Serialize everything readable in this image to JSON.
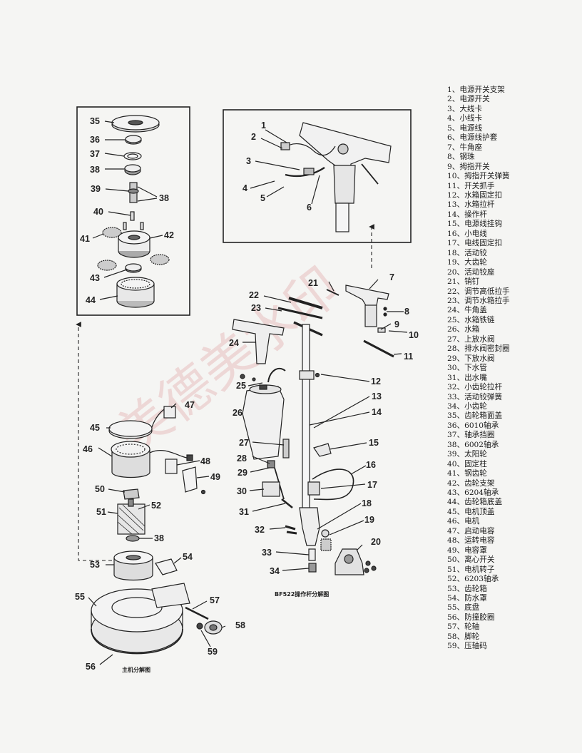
{
  "captions": {
    "handle": "BF522操作杆分解图",
    "main": "主机分解图"
  },
  "watermark": "美德美水印",
  "parts": [
    {
      "n": "1",
      "name": "电源开关支架"
    },
    {
      "n": "2",
      "name": "电源开关"
    },
    {
      "n": "3",
      "name": "大线卡"
    },
    {
      "n": "4",
      "name": "小线卡"
    },
    {
      "n": "5",
      "name": "电源线"
    },
    {
      "n": "6",
      "name": "电源线护套"
    },
    {
      "n": "7",
      "name": "牛角座"
    },
    {
      "n": "8",
      "name": "钢珠"
    },
    {
      "n": "9",
      "name": "拇指开关"
    },
    {
      "n": "10",
      "name": "拇指开关弹簧"
    },
    {
      "n": "11",
      "name": "开关抓手"
    },
    {
      "n": "12",
      "name": "水箱固定扣"
    },
    {
      "n": "13",
      "name": "水箱拉杆"
    },
    {
      "n": "14",
      "name": "操作杆"
    },
    {
      "n": "15",
      "name": "电源线挂钩"
    },
    {
      "n": "16",
      "name": "小电线"
    },
    {
      "n": "17",
      "name": "电线固定扣"
    },
    {
      "n": "18",
      "name": "活动铰"
    },
    {
      "n": "19",
      "name": "大齿轮"
    },
    {
      "n": "20",
      "name": "活动铰座"
    },
    {
      "n": "21",
      "name": "销钉"
    },
    {
      "n": "22",
      "name": "调节高低拉手"
    },
    {
      "n": "23",
      "name": "调节水箱拉手"
    },
    {
      "n": "24",
      "name": "牛角盖"
    },
    {
      "n": "25",
      "name": "水箱铁链"
    },
    {
      "n": "26",
      "name": "水箱"
    },
    {
      "n": "27",
      "name": "上放水阀"
    },
    {
      "n": "28",
      "name": "排水阀密封圈"
    },
    {
      "n": "29",
      "name": "下放水阀"
    },
    {
      "n": "30",
      "name": "下水管"
    },
    {
      "n": "31",
      "name": "出水嘴"
    },
    {
      "n": "32",
      "name": "小齿轮拉杆"
    },
    {
      "n": "33",
      "name": "活动铰弹簧"
    },
    {
      "n": "34",
      "name": "小齿轮"
    },
    {
      "n": "35",
      "name": "齿轮箱面盖"
    },
    {
      "n": "36",
      "name": "6010轴承"
    },
    {
      "n": "37",
      "name": "轴承挡圈"
    },
    {
      "n": "38",
      "name": "6002轴承"
    },
    {
      "n": "39",
      "name": "太阳轮"
    },
    {
      "n": "40",
      "name": "固定柱"
    },
    {
      "n": "41",
      "name": "钢齿轮"
    },
    {
      "n": "42",
      "name": "齿轮支架"
    },
    {
      "n": "43",
      "name": "6204轴承"
    },
    {
      "n": "44",
      "name": "齿轮箱底盖"
    },
    {
      "n": "45",
      "name": "电机顶盖"
    },
    {
      "n": "46",
      "name": "电机"
    },
    {
      "n": "47",
      "name": "启动电容"
    },
    {
      "n": "48",
      "name": "运转电容"
    },
    {
      "n": "49",
      "name": "电容罩"
    },
    {
      "n": "50",
      "name": "离心开关"
    },
    {
      "n": "51",
      "name": "电机转子"
    },
    {
      "n": "52",
      "name": "6203轴承"
    },
    {
      "n": "53",
      "name": "齿轮箱"
    },
    {
      "n": "54",
      "name": "防水罩"
    },
    {
      "n": "55",
      "name": "底盘"
    },
    {
      "n": "56",
      "name": "防撞胶圈"
    },
    {
      "n": "57",
      "name": "轮轴"
    },
    {
      "n": "58",
      "name": "脚轮"
    },
    {
      "n": "59",
      "name": "压轴码"
    }
  ],
  "callouts": {
    "c1": "1",
    "c2": "2",
    "c3": "3",
    "c4": "4",
    "c5": "5",
    "c6": "6",
    "c7": "7",
    "c8": "8",
    "c9": "9",
    "c10": "10",
    "c11": "11",
    "c12": "12",
    "c13": "13",
    "c14": "14",
    "c15": "15",
    "c16": "16",
    "c17": "17",
    "c18": "18",
    "c19": "19",
    "c20": "20",
    "c21": "21",
    "c22": "22",
    "c23": "23",
    "c24": "24",
    "c25": "25",
    "c26": "26",
    "c27": "27",
    "c28": "28",
    "c29": "29",
    "c30": "30",
    "c31": "31",
    "c32": "32",
    "c33": "33",
    "c34": "34",
    "c35": "35",
    "c36": "36",
    "c37": "37",
    "c38a": "38",
    "c38b": "38",
    "c39": "39",
    "c40": "40",
    "c41": "41",
    "c42": "42",
    "c43": "43",
    "c44": "44",
    "c45": "45",
    "c46": "46",
    "c47": "47",
    "c48": "48",
    "c49": "49",
    "c50": "50",
    "c51": "51",
    "c52": "52",
    "c38c": "38",
    "c53": "53",
    "c54": "54",
    "c55": "55",
    "c56": "56",
    "c57": "57",
    "c58": "58",
    "c59": "59"
  }
}
